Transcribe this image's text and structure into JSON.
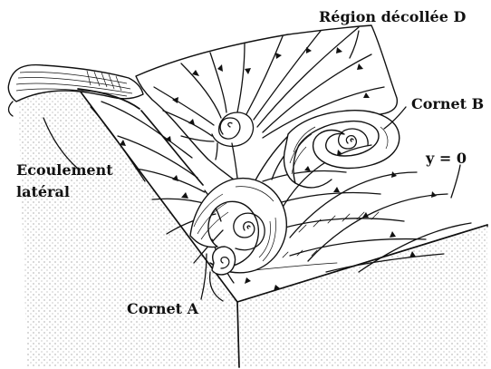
{
  "labels": {
    "region": "Région décollée D",
    "cornet_b": "Cornet B",
    "y_axis": "y = 0",
    "ecoulement_line1": "Ecoulement",
    "ecoulement_line2": "latéral",
    "cornet_a": "Cornet A"
  },
  "colors": {
    "ink": "#111111",
    "background": "#ffffff"
  }
}
